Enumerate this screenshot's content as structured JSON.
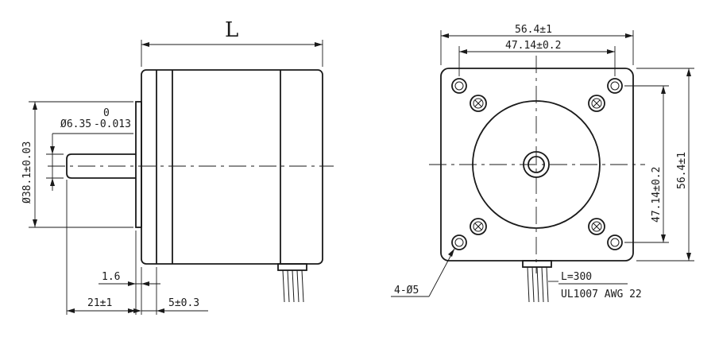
{
  "side_view": {
    "length_label": "L",
    "shaft_diameter": "Ø6.35",
    "shaft_tol_upper": "0",
    "shaft_tol_lower": "-0.013",
    "boss_diameter": "Ø38.1±0.03",
    "boss_thickness": "1.6",
    "flange_thickness": "5±0.3",
    "shaft_length": "21±1"
  },
  "front_view": {
    "overall_width": "56.4±1",
    "hole_spacing_h": "47.14±0.2",
    "hole_spacing_v": "47.14±0.2",
    "overall_height": "56.4±1",
    "holes": "4-Ø5",
    "lead_length": "L=300",
    "lead_spec": "UL1007 AWG 22"
  }
}
